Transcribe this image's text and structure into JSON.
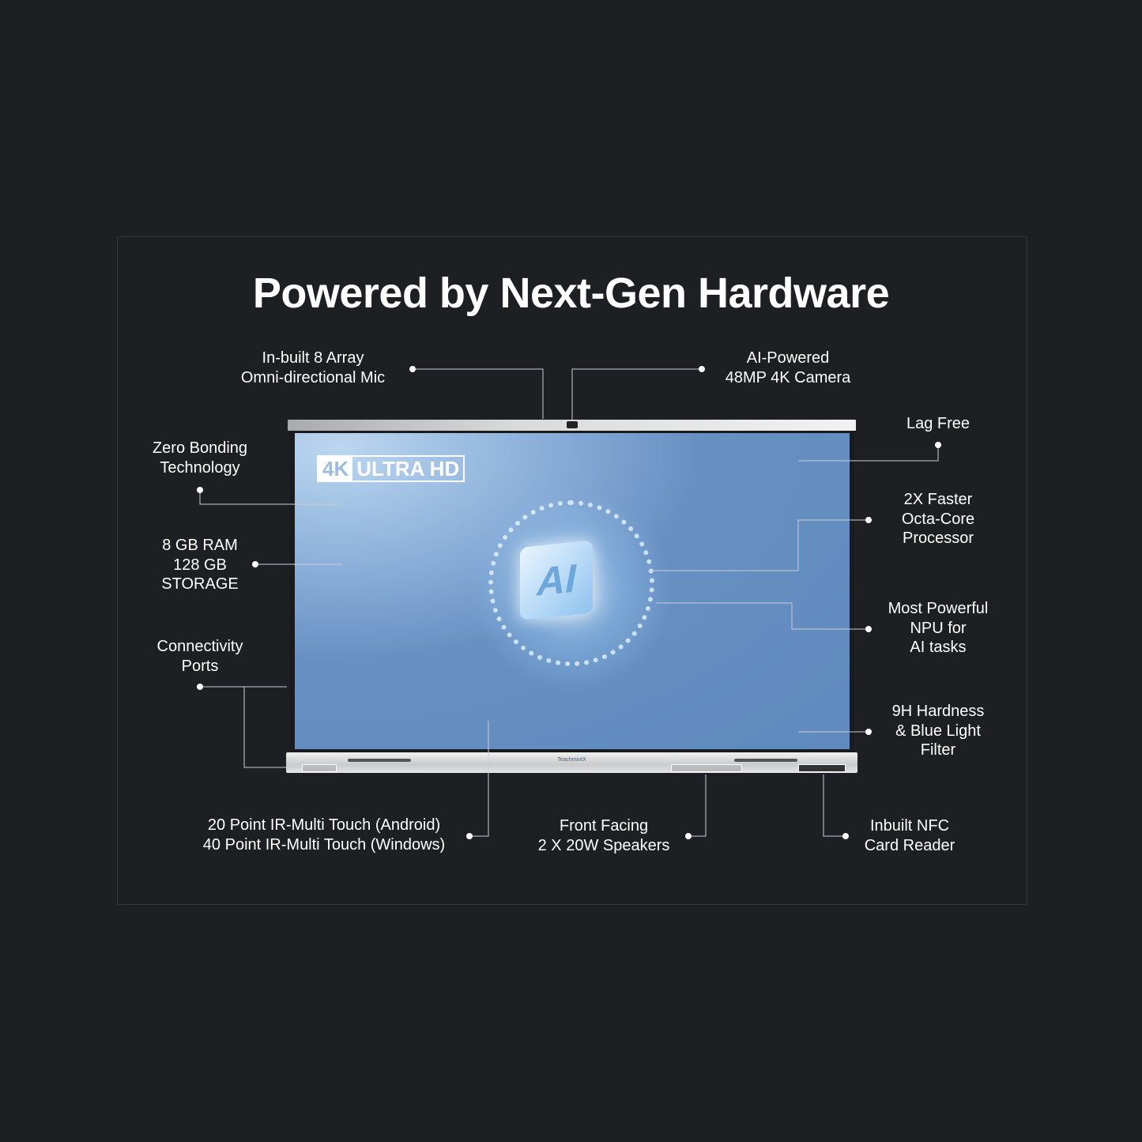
{
  "title": "Powered by Next-Gen Hardware",
  "screen": {
    "badge_4k": "4K",
    "badge_uhd": "ULTRA HD",
    "chip_text": "AI",
    "brand": "TeachmintX"
  },
  "labels": {
    "mic": [
      "In-built 8 Array",
      "Omni-directional Mic"
    ],
    "camera": [
      "AI-Powered",
      "48MP 4K Camera"
    ],
    "lag": [
      "Lag Free"
    ],
    "bonding": [
      "Zero Bonding",
      "Technology"
    ],
    "ram": [
      "8 GB RAM",
      "128 GB",
      "STORAGE"
    ],
    "processor": [
      "2X Faster",
      "Octa-Core",
      "Processor"
    ],
    "npu": [
      "Most Powerful",
      "NPU for",
      "AI tasks"
    ],
    "ports": [
      "Connectivity",
      "Ports"
    ],
    "hardness": [
      "9H Hardness",
      "& Blue Light",
      "Filter"
    ],
    "touch": [
      "20 Point IR-Multi Touch (Android)",
      "40 Point IR-Multi Touch (Windows)"
    ],
    "speakers": [
      "Front Facing",
      "2 X 20W Speakers"
    ],
    "nfc": [
      "Inbuilt NFC",
      "Card Reader"
    ]
  }
}
